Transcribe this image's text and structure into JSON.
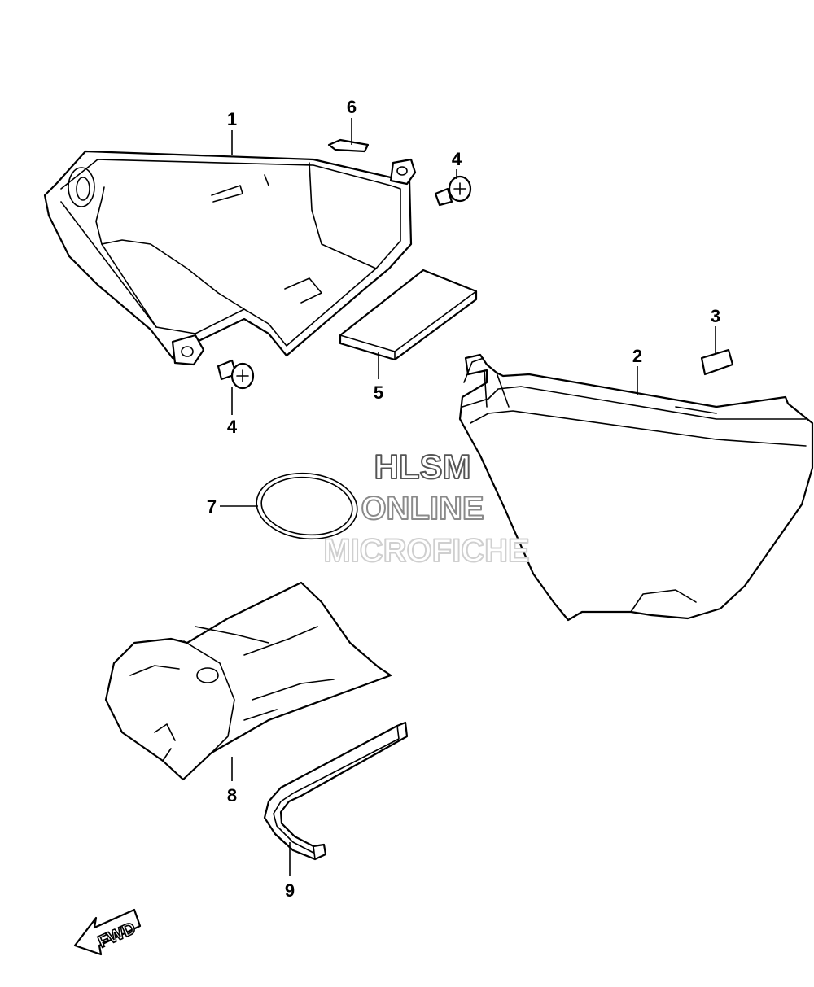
{
  "callouts": {
    "c1": "1",
    "c2": "2",
    "c3": "3",
    "c4a": "4",
    "c4b": "4",
    "c5": "5",
    "c6": "6",
    "c7": "7",
    "c8": "8",
    "c9": "9"
  },
  "watermark": {
    "line1": "HLSM",
    "line2": "ONLINE",
    "line3": "MICROFICHE"
  },
  "fwd_label": "FWD",
  "colors": {
    "line": "#000000",
    "background": "#ffffff"
  }
}
